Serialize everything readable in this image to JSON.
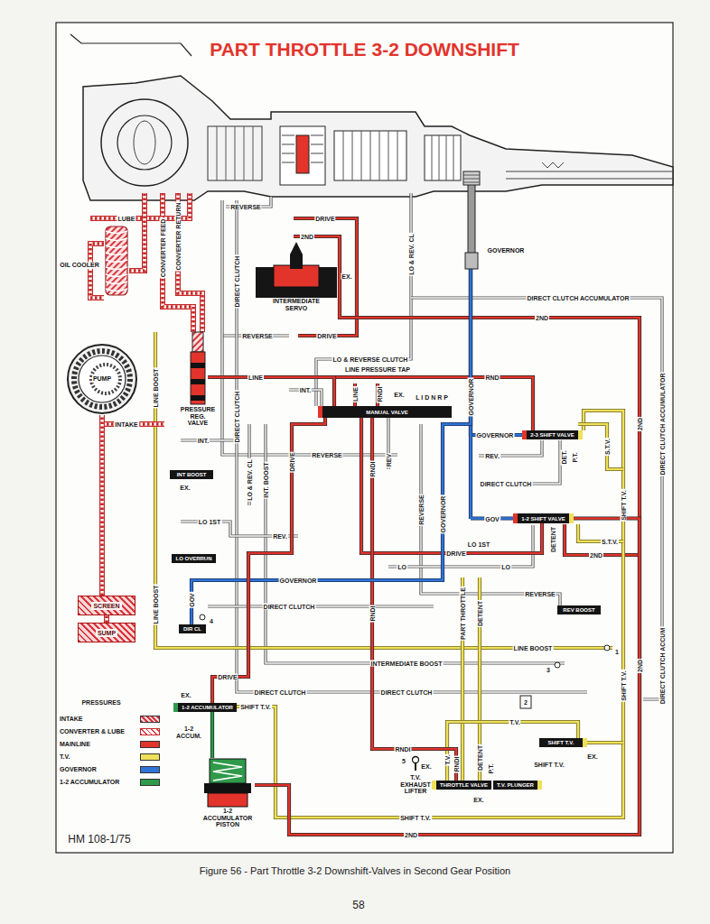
{
  "diagram": {
    "title": "PART THROTTLE 3-2 DOWNSHIFT",
    "caption": "Figure 56 - Part Throttle 3-2 Downshift-Valves in Second Gear Position",
    "nodes": [
      {
        "text": [
          "OIL COOLER"
        ]
      },
      {
        "text": [
          "PUMP"
        ]
      },
      {
        "text": [
          "PRESSURE REG. VALVE"
        ]
      },
      {
        "text": [
          "INTERMEDIATE SERVO"
        ]
      },
      {
        "text": [
          "GOVERNOR"
        ]
      },
      {
        "text": [
          "MANUAL VALVE"
        ]
      },
      {
        "text": [
          "2-3 SHIFT VALVE"
        ]
      },
      {
        "text": [
          "1-2 SHIFT VALVE"
        ]
      },
      {
        "text": [
          "INT BOOST"
        ]
      },
      {
        "text": [
          "LO OVERRUN"
        ]
      },
      {
        "text": [
          "DIR CL"
        ]
      },
      {
        "text": [
          "REV BOOST"
        ]
      },
      {
        "text": [
          "SHIFT T.V."
        ]
      },
      {
        "text": [
          "1-2 ACCUMULATOR"
        ]
      },
      {
        "text": [
          "1-2 ACCUMULATOR PISTON"
        ]
      },
      {
        "text": [
          "THROTTLE VALVE"
        ]
      },
      {
        "text": [
          "T.V. PLUNGER"
        ]
      },
      {
        "text": [
          "T.V. EXHAUST LIFTER"
        ]
      },
      {
        "text": [
          "SCREEN"
        ]
      },
      {
        "text": [
          "SUMP"
        ]
      }
    ],
    "edges": [
      {
        "from": 19,
        "to": 18,
        "arrow": "none"
      },
      {
        "from": 18,
        "to": 1,
        "arrow": "none"
      },
      {
        "from": 2,
        "to": 5,
        "label": "LINE",
        "arrow": "none"
      },
      {
        "from": 5,
        "to": 7,
        "label": "DRIVE",
        "arrow": "none"
      },
      {
        "from": 7,
        "to": 14,
        "label": "2ND",
        "arrow": "none"
      },
      {
        "from": 4,
        "to": 6,
        "label": "GOVERNOR",
        "arrow": "none"
      },
      {
        "from": 4,
        "to": 7,
        "label": "GOV",
        "arrow": "none"
      },
      {
        "from": 15,
        "to": 12,
        "label": "T.V.",
        "arrow": "none"
      },
      {
        "from": 5,
        "to": 15,
        "label": "RNDI",
        "arrow": "none"
      },
      {
        "from": 13,
        "to": 14,
        "label": "1-2 ACCUM.",
        "arrow": "none"
      },
      {
        "from": 4,
        "to": 10,
        "label": "GOVERNOR",
        "arrow": "none"
      },
      {
        "from": 5,
        "to": 13,
        "label": "DRIVE",
        "arrow": "none"
      }
    ],
    "labels": [
      "LUBE",
      "CONVERTER FEED",
      "CONVERTER RETURN",
      "REVERSE",
      "DIRECT CLUTCH",
      "DRIVE",
      "2ND",
      "EX.",
      "LO & REV. CL",
      "DIRECT CLUTCH ACCUMULATOR",
      "2ND",
      "REVERSE",
      "DRIVE",
      "LO & REVERSE CLUTCH",
      "LINE PRESSURE TAP",
      "RND",
      "INT.",
      "LINE",
      "RNDI",
      "EX.",
      "L I D N R P",
      "GOVERNOR",
      "LINE BOOST",
      "INTAKE",
      "DIRECT CLUTCH",
      "INT.",
      "DRIVE",
      "REVERSE",
      "RNDI",
      "REV",
      "REV.",
      "DET.",
      "P.T.",
      "S.T.V.",
      "DIRECT CLUTCH",
      "EX.",
      "LO & REV. CL",
      "INT. BOOST",
      "LO 1ST",
      "REV.",
      "REVERSE",
      "GOVERNOR",
      "LO 1ST",
      "2ND",
      "LO",
      "LO",
      "DETENT",
      "S.T.V.",
      "SHIFT T.V.",
      "LINE BOOST",
      "GOV",
      "RNDI",
      "PART THROTTLE",
      "DETENT",
      "REVERSE",
      "DIRECT CLUTCH",
      "4",
      "LINE BOOST",
      "1",
      "3",
      "INTERMEDIATE BOOST",
      "DIRECT CLUTCH",
      "DIRECT CLUTCH",
      "EX.",
      "SHIFT T.V.",
      "2",
      "EX.",
      "SHIFT T.V.",
      "5",
      "EX.",
      "T.V.",
      "RNDI",
      "DETENT",
      "P.T.",
      "EX.",
      "SHIFT T.V.",
      "2ND",
      "DIRECT CLUTCH ACCUMULATOR",
      "2ND",
      "DIRECT CLUTCH ACCUM",
      "SHIFT T.V.",
      "PRESSURES",
      "HM 108-1/75",
      "58"
    ],
    "legend": [
      {
        "text": "INTAKE"
      },
      {
        "text": "CONVERTER & LUBE"
      },
      {
        "text": "MAINLINE",
        "color": "#e2342b"
      },
      {
        "text": "T.V.",
        "color": "#efe05a"
      },
      {
        "text": "GOVERNOR",
        "color": "#2f74d8"
      },
      {
        "text": "1-2 ACCUMULATOR",
        "color": "#2e9a4a"
      }
    ]
  }
}
